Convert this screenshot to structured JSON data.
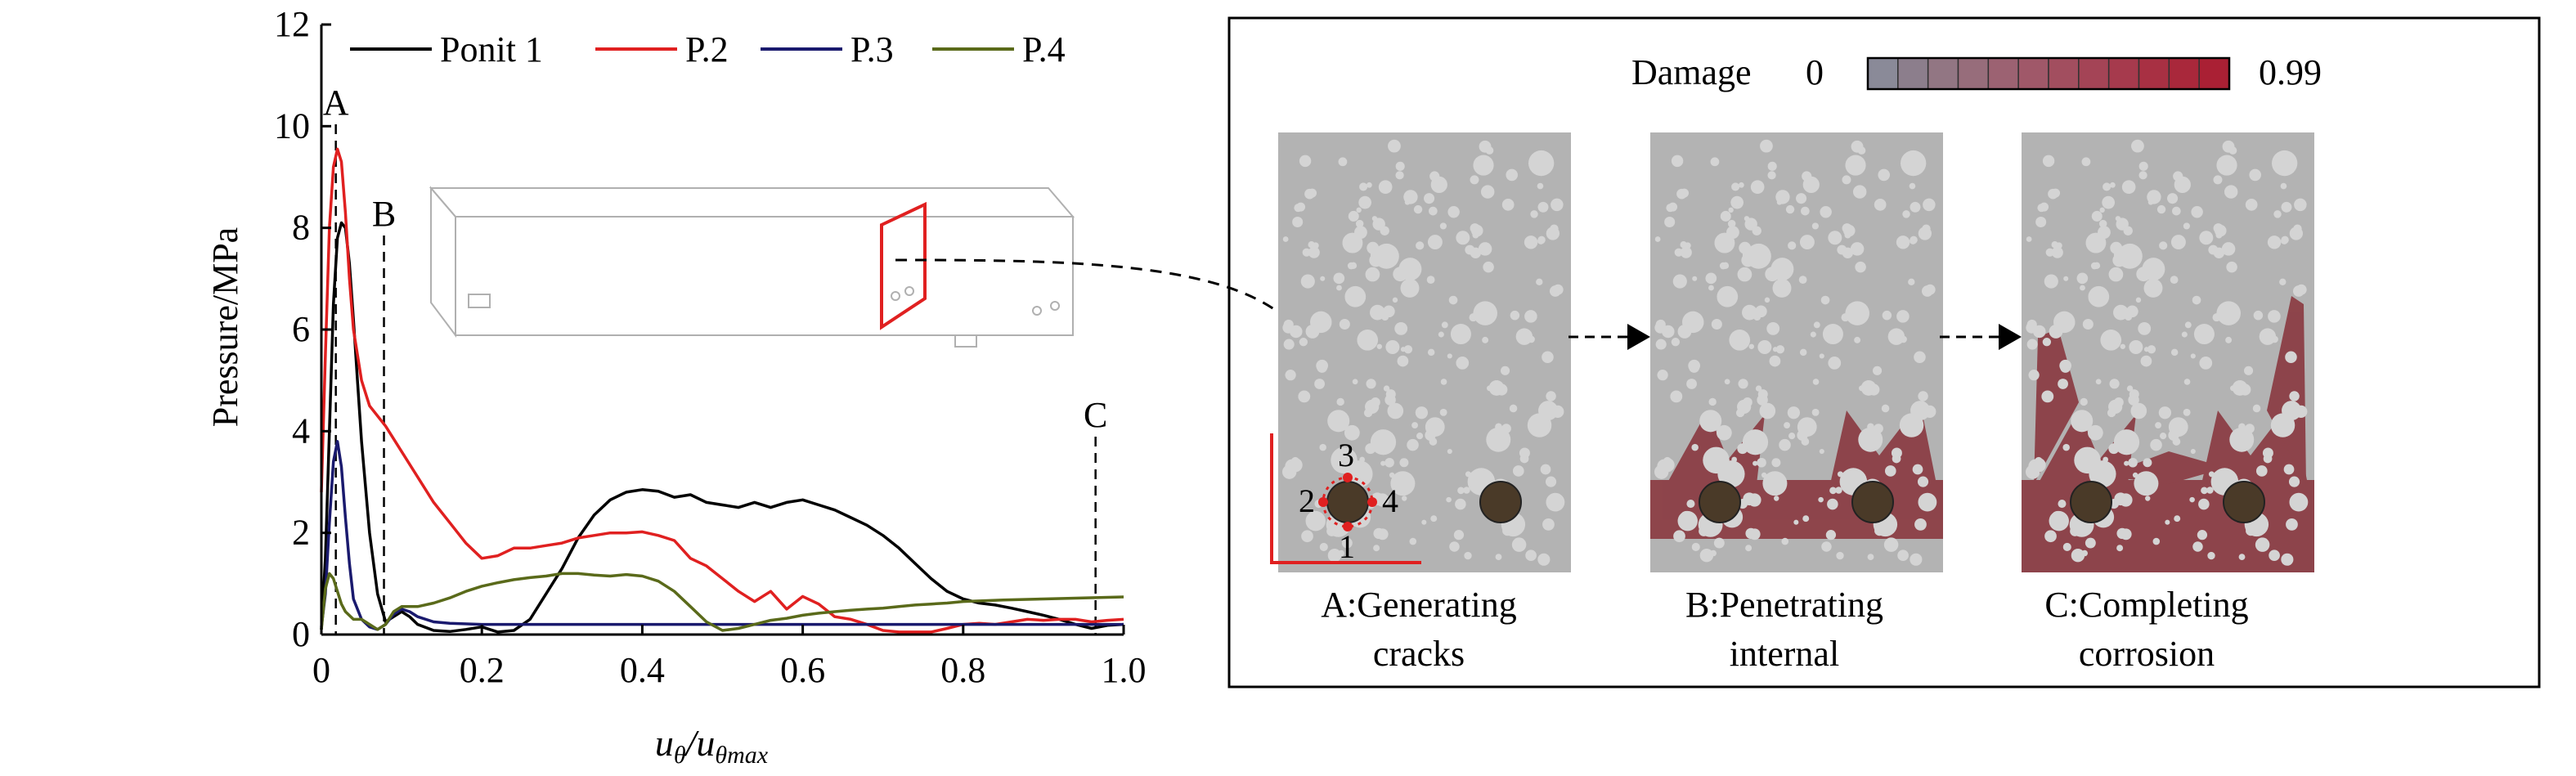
{
  "chart_data": {
    "type": "line",
    "xlabel_main": "u",
    "xlabel_sub": "θ",
    "xlabel_den": "/u",
    "xlabel_den_sub": "θmax",
    "ylabel": "Pressure/MPa",
    "xlim": [
      0,
      1.0
    ],
    "ylim": [
      0,
      12
    ],
    "xticks": [
      "0",
      "0.2",
      "0.4",
      "0.6",
      "0.8",
      "1.0"
    ],
    "yticks": [
      "0",
      "2",
      "4",
      "6",
      "8",
      "10",
      "12"
    ],
    "legend_position": "top",
    "grid": false,
    "series": [
      {
        "name": "Ponit 1",
        "color": "#000000",
        "points": [
          [
            0,
            0.1
          ],
          [
            0.005,
            1.5
          ],
          [
            0.01,
            4
          ],
          [
            0.015,
            6.5
          ],
          [
            0.02,
            7.8
          ],
          [
            0.025,
            8.1
          ],
          [
            0.03,
            8.0
          ],
          [
            0.035,
            7.3
          ],
          [
            0.04,
            6.2
          ],
          [
            0.045,
            5.0
          ],
          [
            0.05,
            3.8
          ],
          [
            0.06,
            2.0
          ],
          [
            0.07,
            0.8
          ],
          [
            0.08,
            0.25
          ],
          [
            0.09,
            0.35
          ],
          [
            0.1,
            0.45
          ],
          [
            0.11,
            0.35
          ],
          [
            0.12,
            0.2
          ],
          [
            0.14,
            0.08
          ],
          [
            0.16,
            0.06
          ],
          [
            0.18,
            0.1
          ],
          [
            0.2,
            0.15
          ],
          [
            0.22,
            0.05
          ],
          [
            0.24,
            0.08
          ],
          [
            0.26,
            0.3
          ],
          [
            0.28,
            0.8
          ],
          [
            0.3,
            1.3
          ],
          [
            0.32,
            1.9
          ],
          [
            0.34,
            2.35
          ],
          [
            0.36,
            2.65
          ],
          [
            0.38,
            2.8
          ],
          [
            0.4,
            2.85
          ],
          [
            0.42,
            2.82
          ],
          [
            0.44,
            2.7
          ],
          [
            0.46,
            2.75
          ],
          [
            0.48,
            2.6
          ],
          [
            0.5,
            2.55
          ],
          [
            0.52,
            2.5
          ],
          [
            0.54,
            2.6
          ],
          [
            0.56,
            2.5
          ],
          [
            0.58,
            2.6
          ],
          [
            0.6,
            2.65
          ],
          [
            0.62,
            2.55
          ],
          [
            0.64,
            2.45
          ],
          [
            0.66,
            2.3
          ],
          [
            0.68,
            2.15
          ],
          [
            0.7,
            1.95
          ],
          [
            0.72,
            1.7
          ],
          [
            0.74,
            1.4
          ],
          [
            0.76,
            1.1
          ],
          [
            0.78,
            0.85
          ],
          [
            0.8,
            0.7
          ],
          [
            0.82,
            0.62
          ],
          [
            0.84,
            0.58
          ],
          [
            0.86,
            0.52
          ],
          [
            0.88,
            0.45
          ],
          [
            0.9,
            0.38
          ],
          [
            0.92,
            0.3
          ],
          [
            0.94,
            0.2
          ],
          [
            0.96,
            0.12
          ],
          [
            0.98,
            0.18
          ],
          [
            1.0,
            0.2
          ]
        ]
      },
      {
        "name": "P.2",
        "color": "#e02020",
        "points": [
          [
            0,
            2.8
          ],
          [
            0.005,
            5.5
          ],
          [
            0.01,
            8.0
          ],
          [
            0.015,
            9.2
          ],
          [
            0.02,
            9.55
          ],
          [
            0.025,
            9.3
          ],
          [
            0.03,
            8.3
          ],
          [
            0.035,
            7.0
          ],
          [
            0.04,
            6.0
          ],
          [
            0.05,
            5.0
          ],
          [
            0.06,
            4.5
          ],
          [
            0.08,
            4.1
          ],
          [
            0.1,
            3.6
          ],
          [
            0.12,
            3.1
          ],
          [
            0.14,
            2.6
          ],
          [
            0.16,
            2.2
          ],
          [
            0.18,
            1.8
          ],
          [
            0.2,
            1.5
          ],
          [
            0.22,
            1.55
          ],
          [
            0.24,
            1.7
          ],
          [
            0.26,
            1.7
          ],
          [
            0.28,
            1.75
          ],
          [
            0.3,
            1.8
          ],
          [
            0.32,
            1.9
          ],
          [
            0.34,
            1.95
          ],
          [
            0.36,
            2.0
          ],
          [
            0.38,
            2.0
          ],
          [
            0.4,
            2.02
          ],
          [
            0.42,
            1.95
          ],
          [
            0.44,
            1.85
          ],
          [
            0.46,
            1.5
          ],
          [
            0.48,
            1.35
          ],
          [
            0.5,
            1.1
          ],
          [
            0.52,
            0.85
          ],
          [
            0.54,
            0.65
          ],
          [
            0.56,
            0.85
          ],
          [
            0.58,
            0.5
          ],
          [
            0.6,
            0.75
          ],
          [
            0.62,
            0.6
          ],
          [
            0.64,
            0.35
          ],
          [
            0.66,
            0.3
          ],
          [
            0.68,
            0.2
          ],
          [
            0.7,
            0.08
          ],
          [
            0.72,
            0.05
          ],
          [
            0.74,
            0.05
          ],
          [
            0.76,
            0.05
          ],
          [
            0.78,
            0.12
          ],
          [
            0.8,
            0.2
          ],
          [
            0.82,
            0.22
          ],
          [
            0.84,
            0.2
          ],
          [
            0.86,
            0.25
          ],
          [
            0.88,
            0.3
          ],
          [
            0.9,
            0.28
          ],
          [
            0.92,
            0.3
          ],
          [
            0.94,
            0.3
          ],
          [
            0.96,
            0.25
          ],
          [
            0.98,
            0.28
          ],
          [
            1.0,
            0.3
          ]
        ]
      },
      {
        "name": "P.3",
        "color": "#1a1a6e",
        "points": [
          [
            0,
            0.15
          ],
          [
            0.005,
            0.8
          ],
          [
            0.01,
            2.2
          ],
          [
            0.015,
            3.4
          ],
          [
            0.02,
            3.8
          ],
          [
            0.025,
            3.3
          ],
          [
            0.03,
            2.3
          ],
          [
            0.035,
            1.4
          ],
          [
            0.04,
            0.7
          ],
          [
            0.05,
            0.3
          ],
          [
            0.06,
            0.15
          ],
          [
            0.07,
            0.1
          ],
          [
            0.08,
            0.2
          ],
          [
            0.09,
            0.4
          ],
          [
            0.1,
            0.5
          ],
          [
            0.11,
            0.45
          ],
          [
            0.12,
            0.35
          ],
          [
            0.14,
            0.25
          ],
          [
            0.16,
            0.22
          ],
          [
            0.2,
            0.2
          ],
          [
            0.3,
            0.2
          ],
          [
            0.4,
            0.2
          ],
          [
            0.5,
            0.2
          ],
          [
            0.6,
            0.2
          ],
          [
            0.7,
            0.2
          ],
          [
            0.8,
            0.2
          ],
          [
            0.9,
            0.2
          ],
          [
            1.0,
            0.2
          ]
        ]
      },
      {
        "name": "P.4",
        "color": "#5a6a1a",
        "points": [
          [
            0,
            0.1
          ],
          [
            0.005,
            0.9
          ],
          [
            0.01,
            1.2
          ],
          [
            0.015,
            1.1
          ],
          [
            0.02,
            0.85
          ],
          [
            0.025,
            0.6
          ],
          [
            0.03,
            0.45
          ],
          [
            0.04,
            0.3
          ],
          [
            0.05,
            0.3
          ],
          [
            0.06,
            0.2
          ],
          [
            0.07,
            0.1
          ],
          [
            0.08,
            0.2
          ],
          [
            0.09,
            0.45
          ],
          [
            0.1,
            0.55
          ],
          [
            0.12,
            0.55
          ],
          [
            0.14,
            0.62
          ],
          [
            0.16,
            0.72
          ],
          [
            0.18,
            0.85
          ],
          [
            0.2,
            0.95
          ],
          [
            0.22,
            1.02
          ],
          [
            0.24,
            1.08
          ],
          [
            0.26,
            1.12
          ],
          [
            0.28,
            1.15
          ],
          [
            0.3,
            1.2
          ],
          [
            0.32,
            1.2
          ],
          [
            0.34,
            1.17
          ],
          [
            0.36,
            1.15
          ],
          [
            0.38,
            1.18
          ],
          [
            0.4,
            1.15
          ],
          [
            0.42,
            1.05
          ],
          [
            0.44,
            0.85
          ],
          [
            0.46,
            0.55
          ],
          [
            0.48,
            0.25
          ],
          [
            0.5,
            0.08
          ],
          [
            0.52,
            0.12
          ],
          [
            0.54,
            0.2
          ],
          [
            0.56,
            0.28
          ],
          [
            0.58,
            0.32
          ],
          [
            0.6,
            0.38
          ],
          [
            0.62,
            0.42
          ],
          [
            0.64,
            0.45
          ],
          [
            0.66,
            0.48
          ],
          [
            0.68,
            0.5
          ],
          [
            0.7,
            0.52
          ],
          [
            0.72,
            0.55
          ],
          [
            0.74,
            0.58
          ],
          [
            0.76,
            0.6
          ],
          [
            0.78,
            0.62
          ],
          [
            0.8,
            0.65
          ],
          [
            0.85,
            0.68
          ],
          [
            0.9,
            0.7
          ],
          [
            0.95,
            0.72
          ],
          [
            1.0,
            0.74
          ]
        ]
      }
    ],
    "markers": [
      {
        "label": "A",
        "x": 0.018
      },
      {
        "label": "B",
        "x": 0.078
      },
      {
        "label": "C",
        "x": 0.965
      }
    ]
  },
  "panel": {
    "damage_label": "Damage",
    "scale_min": "0",
    "scale_max": "0.99",
    "scale_colors": [
      "#8a8a98",
      "#8c7e8c",
      "#927683",
      "#976d7b",
      "#9c6272",
      "#a05869",
      "#a24e5f",
      "#a44456",
      "#a63a4d",
      "#a83043",
      "#a9283b",
      "#aa2034"
    ],
    "node_labels": [
      "1",
      "2",
      "3",
      "4"
    ],
    "stages": [
      {
        "line1": "A:Generating",
        "line2": "cracks"
      },
      {
        "line1": "B:Penetrating",
        "line2": "internal"
      },
      {
        "line1": "C:Completing",
        "line2": "corrosion"
      }
    ],
    "colors": {
      "matrix": "#b3b3b3",
      "aggregate": "#d4d4d4",
      "damage": "#8c3f46",
      "rebar": "#4a3a28",
      "highlight": "#e02020"
    }
  }
}
